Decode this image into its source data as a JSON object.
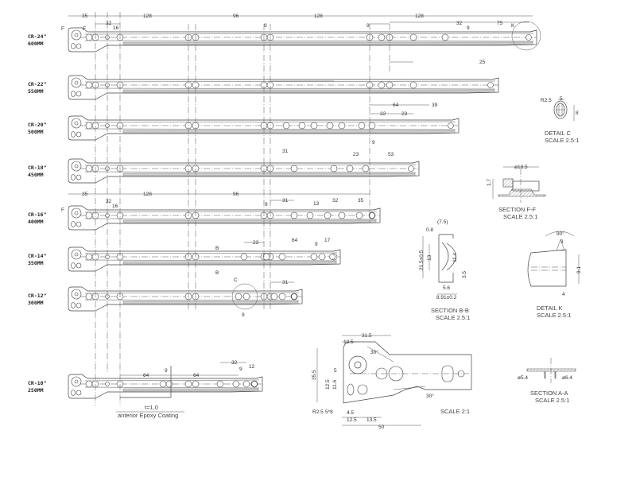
{
  "rails": [
    {
      "model": "CR-24\"",
      "size": "600MM"
    },
    {
      "model": "CR-22\"",
      "size": "550MM"
    },
    {
      "model": "CR-20\"",
      "size": "500MM"
    },
    {
      "model": "CR-18\"",
      "size": "450MM"
    },
    {
      "model": "CR-16\"",
      "size": "400MM"
    },
    {
      "model": "CR-14\"",
      "size": "350MM"
    },
    {
      "model": "CR-12\"",
      "size": "300MM"
    },
    {
      "model": "CR-10\"",
      "size": "250MM"
    }
  ],
  "dims": [
    "35",
    "128",
    "96",
    "128",
    "128",
    "32",
    "75",
    "K",
    "32",
    "16",
    "9",
    "9",
    "9",
    "25",
    "64",
    "39",
    "32",
    "23",
    "9",
    "23",
    "53",
    "31",
    "35",
    "128",
    "96",
    "31",
    "13",
    "32",
    "35",
    "32",
    "16",
    "9",
    "F",
    "F",
    "F",
    "23",
    "64",
    "17",
    "9",
    "B",
    "B",
    "C",
    "31",
    "9",
    "64",
    "64",
    "32",
    "9",
    "9",
    "12"
  ],
  "material": {
    "thickness": "t=1.0",
    "coating": "anterior Epoxy Coating"
  },
  "details": {
    "detail_c": {
      "title": "DETAIL   C",
      "scale": "SCALE   2.5:1",
      "dims": [
        "R2.5",
        "5",
        "8"
      ]
    },
    "section_ff": {
      "title": "SECTION   F-F",
      "scale": "SCALE   2.5:1",
      "dims": [
        "ø18.5",
        "1.7"
      ]
    },
    "section_bb": {
      "title": "SECTION   B-B",
      "scale": "SCALE   2.5:1",
      "dims": [
        "(7.5)",
        "0.8",
        "21.5±0.5",
        "13",
        "11.4",
        "3.5",
        "5.6",
        "8.91±0.2"
      ]
    },
    "detail_k": {
      "title": "DETAIL   K",
      "scale": "SCALE   2.5:1",
      "dims": [
        "90°",
        "3",
        "9.1",
        "4"
      ]
    },
    "bracket_detail": {
      "scale": "SCALE 2:1",
      "dims": [
        "31.5",
        "10.5",
        "30°",
        "35.5",
        "5",
        "12.5",
        "11.6",
        "R2.5",
        "5*8",
        "4.5",
        "12.5",
        "13.5",
        "50",
        "30°"
      ]
    },
    "section_aa": {
      "title": "SECTION   A-A",
      "scale": "SCALE   2.5:1",
      "dims": [
        "ø5.4",
        "ø6.4"
      ]
    }
  }
}
